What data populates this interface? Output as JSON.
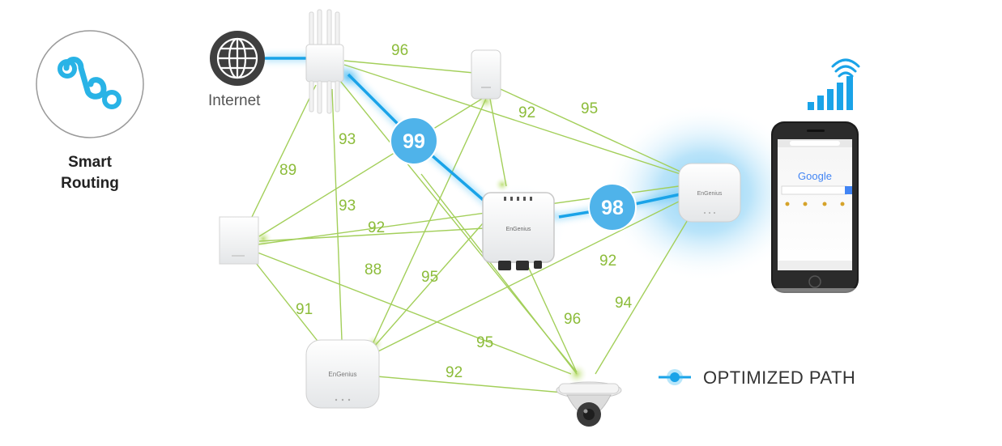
{
  "logo": {
    "caption_line1": "Smart",
    "caption_line2": "Routing",
    "icon": "smart-routing-icon"
  },
  "internet": {
    "label": "Internet",
    "icon": "globe-icon"
  },
  "devices": {
    "outdoor_ap_top": {
      "icon": "outdoor-access-point-icon"
    },
    "small_ap_top": {
      "icon": "small-access-point-icon"
    },
    "wall_ap_left": {
      "icon": "wall-access-point-icon"
    },
    "outdoor_ap_center": {
      "icon": "outdoor-rugged-access-point-icon",
      "brand": "EnGenius"
    },
    "ceiling_ap_right": {
      "icon": "ceiling-access-point-icon",
      "brand": "EnGenius"
    },
    "ceiling_ap_bottom": {
      "icon": "ceiling-access-point-icon",
      "brand": "EnGenius"
    },
    "camera_bottom": {
      "icon": "dome-camera-icon"
    },
    "phone": {
      "icon": "smartphone-icon",
      "search_brand": "Google"
    },
    "signal": {
      "icon": "wifi-signal-bars-icon"
    }
  },
  "links": {
    "optimized": [
      "99",
      "98"
    ],
    "labels": [
      "96",
      "92",
      "95",
      "93",
      "89",
      "93",
      "92",
      "88",
      "95",
      "92",
      "91",
      "96",
      "94",
      "95",
      "92"
    ]
  },
  "legend": {
    "label": "OPTIMIZED PATH",
    "icon": "optimized-path-marker-icon"
  },
  "colors": {
    "optimized": "#1aa3e8",
    "mesh_line": "#a3cf5a",
    "mesh_label": "#8cbc3a",
    "badge": "#4fb3ea"
  }
}
